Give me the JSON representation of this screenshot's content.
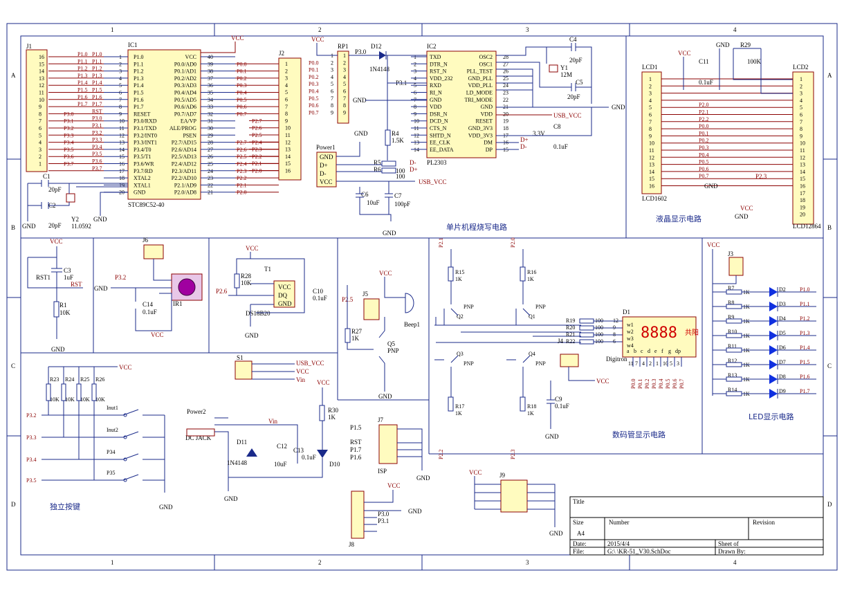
{
  "border": {
    "cols_top": [
      "1",
      "2",
      "3",
      "4"
    ],
    "cols_bottom": [
      "1",
      "2",
      "3",
      "4"
    ],
    "rows_left": [
      "A",
      "B",
      "C",
      "D"
    ],
    "rows_right": [
      "A",
      "B",
      "C",
      "D"
    ]
  },
  "sections": {
    "mcu_programming": "单片机程烧写电路",
    "lcd_display": "液晶显示电路",
    "digitron_display": "数码管显示电路",
    "led_display": "LED显示电路",
    "independent_keys": "独立按键"
  },
  "ic1": {
    "ref": "IC1",
    "part": "STC89C52-40",
    "left_pins": [
      {
        "num": "1",
        "name": "P1.0",
        "net": "P1.0"
      },
      {
        "num": "2",
        "name": "P1.1",
        "net": "P1.1"
      },
      {
        "num": "3",
        "name": "P1.2",
        "net": "P1.2"
      },
      {
        "num": "4",
        "name": "P1.3",
        "net": "P1.3"
      },
      {
        "num": "5",
        "name": "P1.4",
        "net": "P1.4"
      },
      {
        "num": "6",
        "name": "P1.5",
        "net": "P1.5"
      },
      {
        "num": "7",
        "name": "P1.6",
        "net": "P1.6"
      },
      {
        "num": "8",
        "name": "P1.7",
        "net": "P1.7"
      },
      {
        "num": "9",
        "name": "RESET",
        "net": "RST"
      },
      {
        "num": "10",
        "name": "P3.0/RXD",
        "net": "P3.0"
      },
      {
        "num": "11",
        "name": "P3.1/TXD",
        "net": "P3.1"
      },
      {
        "num": "12",
        "name": "P3.2/INT0",
        "net": "P3.2"
      },
      {
        "num": "13",
        "name": "P3.3/INT1",
        "net": "P3.3"
      },
      {
        "num": "14",
        "name": "P3.4/T0",
        "net": "P3.4"
      },
      {
        "num": "15",
        "name": "P3.5/T1",
        "net": "P3.5"
      },
      {
        "num": "16",
        "name": "P3.6/WR",
        "net": "P3.6"
      },
      {
        "num": "17",
        "name": "P3.7/RD",
        "net": "P3.7"
      },
      {
        "num": "18",
        "name": "XTAL2",
        "net": ""
      },
      {
        "num": "19",
        "name": "XTAL1",
        "net": ""
      },
      {
        "num": "20",
        "name": "GND",
        "net": ""
      }
    ],
    "right_pins": [
      {
        "num": "40",
        "name": "VCC",
        "net": ""
      },
      {
        "num": "39",
        "name": "P0.0/AD0",
        "net": "P0.0"
      },
      {
        "num": "38",
        "name": "P0.1/AD1",
        "net": "P0.1"
      },
      {
        "num": "37",
        "name": "P0.2/AD2",
        "net": "P0.2"
      },
      {
        "num": "36",
        "name": "P0.3/AD3",
        "net": "P0.3"
      },
      {
        "num": "35",
        "name": "P0.4/AD4",
        "net": "P0.4"
      },
      {
        "num": "34",
        "name": "P0.5/AD5",
        "net": "P0.5"
      },
      {
        "num": "33",
        "name": "P0.6/AD6",
        "net": "P0.6"
      },
      {
        "num": "32",
        "name": "P0.7/AD7",
        "net": "P0.7"
      },
      {
        "num": "31",
        "name": "EA/VP",
        "net": ""
      },
      {
        "num": "30",
        "name": "ALE/PROG",
        "net": ""
      },
      {
        "num": "29",
        "name": "PSEN",
        "net": ""
      },
      {
        "num": "28",
        "name": "P2.7/AD15",
        "net": "P2.7"
      },
      {
        "num": "27",
        "name": "P2.6/AD14",
        "net": "P2.6"
      },
      {
        "num": "26",
        "name": "P2.5/AD13",
        "net": "P2.5"
      },
      {
        "num": "25",
        "name": "P2.4/AD12",
        "net": "P2.4"
      },
      {
        "num": "24",
        "name": "P2.3/AD11",
        "net": "P2.3"
      },
      {
        "num": "23",
        "name": "P2.2/AD10",
        "net": "P2.2"
      },
      {
        "num": "22",
        "name": "P2.1/AD9",
        "net": "P2.1"
      },
      {
        "num": "21",
        "name": "P2.0/AD8",
        "net": "P2.0"
      }
    ]
  },
  "j1": {
    "ref": "J1",
    "pins": [
      "16",
      "15",
      "14",
      "13",
      "12",
      "11",
      "10",
      "9",
      "8",
      "7",
      "6",
      "5",
      "4",
      "3",
      "2",
      "1"
    ]
  },
  "j2": {
    "ref": "J2",
    "pins": [
      "1",
      "2",
      "3",
      "4",
      "5",
      "6",
      "7",
      "8",
      "9",
      "10",
      "11",
      "12",
      "13",
      "14",
      "15",
      "16"
    ]
  },
  "rp1": {
    "ref": "RP1",
    "pins": [
      "1",
      "2",
      "3",
      "4",
      "5",
      "6",
      "7",
      "8",
      "9"
    ],
    "nets": [
      "P0.0",
      "P0.1",
      "P0.2",
      "P0.3",
      "P0.4",
      "P0.5",
      "P0.6",
      "P0.7"
    ]
  },
  "ic2": {
    "ref": "IC2",
    "part": "PL2303",
    "left_pins": [
      {
        "num": "1",
        "name": "TXD"
      },
      {
        "num": "2",
        "name": "DTR_N"
      },
      {
        "num": "3",
        "name": "RST_N"
      },
      {
        "num": "4",
        "name": "VDD_232"
      },
      {
        "num": "5",
        "name": "RXD"
      },
      {
        "num": "6",
        "name": "RI_N"
      },
      {
        "num": "7",
        "name": "GND"
      },
      {
        "num": "8",
        "name": "VDD"
      },
      {
        "num": "9",
        "name": "DSR_N"
      },
      {
        "num": "10",
        "name": "DCD_N"
      },
      {
        "num": "11",
        "name": "CTS_N"
      },
      {
        "num": "12",
        "name": "SHTD_N"
      },
      {
        "num": "13",
        "name": "EE_CLK"
      },
      {
        "num": "14",
        "name": "EE_DATA"
      }
    ],
    "right_pins": [
      {
        "num": "28",
        "name": "OSC2"
      },
      {
        "num": "27",
        "name": "OSC1"
      },
      {
        "num": "26",
        "name": "PLL_TEST"
      },
      {
        "num": "25",
        "name": "GND_PLL"
      },
      {
        "num": "24",
        "name": "VDD_PLL"
      },
      {
        "num": "23",
        "name": "LD_MODE"
      },
      {
        "num": "22",
        "name": "TRI_MODE"
      },
      {
        "num": "21",
        "name": "GND"
      },
      {
        "num": "20",
        "name": "VDD"
      },
      {
        "num": "19",
        "name": "RESET"
      },
      {
        "num": "18",
        "name": "GND_3V3"
      },
      {
        "num": "17",
        "name": "VDD_3V3"
      },
      {
        "num": "16",
        "name": "DM"
      },
      {
        "num": "15",
        "name": "DP"
      }
    ]
  },
  "lcd1": {
    "ref": "LCD1",
    "part": "LCD1602",
    "pins": [
      "1",
      "2",
      "3",
      "4",
      "5",
      "6",
      "7",
      "8",
      "9",
      "10",
      "11",
      "12",
      "13",
      "14",
      "15",
      "16"
    ],
    "nets": [
      "",
      "",
      "",
      "",
      "P2.0",
      "P2.1",
      "P2.2",
      "P0.0",
      "P0.1",
      "P0.2",
      "P0.3",
      "P0.4",
      "P0.5",
      "P0.6",
      "P0.7",
      ""
    ]
  },
  "lcd2": {
    "ref": "LCD2",
    "part": "LCD12864",
    "pins": [
      "1",
      "2",
      "3",
      "4",
      "5",
      "6",
      "7",
      "8",
      "9",
      "10",
      "11",
      "12",
      "13",
      "14",
      "15",
      "16",
      "17",
      "18",
      "19",
      "20"
    ]
  },
  "leds": [
    {
      "r": "R7",
      "v": "1K",
      "d": "D2",
      "net": "P1.0"
    },
    {
      "r": "R8",
      "v": "1K",
      "d": "D3",
      "net": "P1.1"
    },
    {
      "r": "R9",
      "v": "1K",
      "d": "D4",
      "net": "P1.2"
    },
    {
      "r": "R10",
      "v": "1K",
      "d": "D5",
      "net": "P1.3"
    },
    {
      "r": "R11",
      "v": "1K",
      "d": "D6",
      "net": "P1.4"
    },
    {
      "r": "R12",
      "v": "1K",
      "d": "D7",
      "net": "P1.5"
    },
    {
      "r": "R13",
      "v": "1K",
      "d": "D8",
      "net": "P1.6"
    },
    {
      "r": "R14",
      "v": "1K",
      "d": "D9",
      "net": "P1.7"
    }
  ],
  "digitron": {
    "ref": "D1",
    "part": "Digitron",
    "w_labels": [
      "w1",
      "w2",
      "w3",
      "w4"
    ],
    "w_pins": [
      "12",
      "9",
      "8",
      "6"
    ],
    "r_refs": [
      "R19",
      "R20",
      "R21",
      "R22"
    ],
    "r_values": [
      "100",
      "100",
      "100",
      "100"
    ],
    "seg_nets": [
      "P0.0",
      "P0.1",
      "P0.2",
      "P0.3",
      "P0.4",
      "P0.5",
      "P0.6",
      "P0.7"
    ],
    "seg_pins": [
      "11",
      "7",
      "4",
      "2",
      "1",
      "10",
      "5",
      "3"
    ],
    "seg_letters": [
      "a",
      "b",
      "c",
      "d",
      "e",
      "f",
      "g",
      "dp"
    ],
    "digits": "8888",
    "logo": "共阳"
  },
  "transistors": [
    {
      "q": "Q2",
      "r": "R15",
      "v": "1K",
      "net": "P2.1",
      "type": "PNP"
    },
    {
      "q": "Q1",
      "r": "R16",
      "v": "1K",
      "net": "P2.0",
      "type": "PNP"
    },
    {
      "q": "Q3",
      "r": "R17",
      "v": "1K",
      "net": "P2.2",
      "type": "PNP"
    },
    {
      "q": "Q4",
      "r": "R18",
      "v": "1K",
      "net": "P2.3",
      "type": "PNP"
    }
  ],
  "keys": [
    {
      "net": "P3.2",
      "r": "R23",
      "name": "Inut1"
    },
    {
      "net": "P3.3",
      "r": "R24",
      "name": "Inut2"
    },
    {
      "net": "P3.4",
      "r": "R25",
      "name": "P34"
    },
    {
      "net": "P3.5",
      "r": "R26",
      "name": "P35"
    }
  ],
  "labels": {
    "vcc": "VCC",
    "gnd": "GND",
    "usb_vcc": "USB_VCC",
    "vin": "Vin",
    "rst": "RST",
    "dplus": "D+",
    "dminus": "D-",
    "v33": "3.3V",
    "r4": "R4",
    "r4v": "1.5K",
    "r5": "R5",
    "r6": "R6",
    "r56v": "100",
    "d12": "D12",
    "d12p": "1N4148",
    "y1": "Y1",
    "y1v": "12M",
    "c4": "C4",
    "c4v": "20pF",
    "c5": "C5",
    "c5v": "20pF",
    "c6": "C6",
    "c6v": "10uF",
    "c7": "C7",
    "c7v": "100pF",
    "c8": "C8",
    "c8v": "0.1uF",
    "c1": "C1",
    "c1v": "20pF",
    "c2": "C2",
    "c2v": "20pF",
    "y2": "Y2",
    "y2v": "11.0592",
    "power1": "Power1",
    "p3_0": "P3.0",
    "p3_1": "P3.1",
    "c11": "C11",
    "c11v": "0.1uF",
    "r29": "R29",
    "r29v": "100K",
    "p2_3": "P2.3",
    "c3": "C3",
    "c3v": "1uF",
    "rst1": "RST1",
    "r1": "R1",
    "r1v": "10K",
    "j6": "J6",
    "ir1": "IR1",
    "c14": "C14",
    "c14v": "0.1uF",
    "p3_2": "P3.2",
    "t1": "T1",
    "ds": "DS18B20",
    "r28": "R28",
    "r28v": "10K",
    "c10": "C10",
    "c10v": "0.1uF",
    "p2_6": "P2.6",
    "j5": "J5",
    "p2_5": "P2.5",
    "r27": "R27",
    "r27v": "1K",
    "q5": "Q5",
    "pnp": "PNP",
    "beep": "Beep1",
    "s1": "S1",
    "power2": "Power2",
    "dcjack": "DC JACK",
    "d11": "D11",
    "d11p": "1N4148",
    "c12": "C12",
    "c12v": "10uF",
    "c13": "C13",
    "c13v": "0.1uF",
    "r30": "R30",
    "r30v": "1K",
    "d10": "D10",
    "j7": "J7",
    "isp": "ISP",
    "p1_5": "P1.5",
    "p1_7": "P1.7",
    "p1_6": "P1.6",
    "j8": "J8",
    "j9": "J9",
    "j3": "J3",
    "j4": "J4",
    "c9": "C9",
    "c9v": "0.1uF"
  },
  "title_block": {
    "title": "Title",
    "size": "Size",
    "size_val": "A4",
    "number": "Number",
    "revision": "Revision",
    "date": "Date:",
    "date_val": "2015/4/4",
    "file": "File:",
    "file_val": "G:\\       \\KR-51_V30.SchDoc",
    "sheet": "Sheet    of",
    "drawn": "Drawn By:"
  }
}
